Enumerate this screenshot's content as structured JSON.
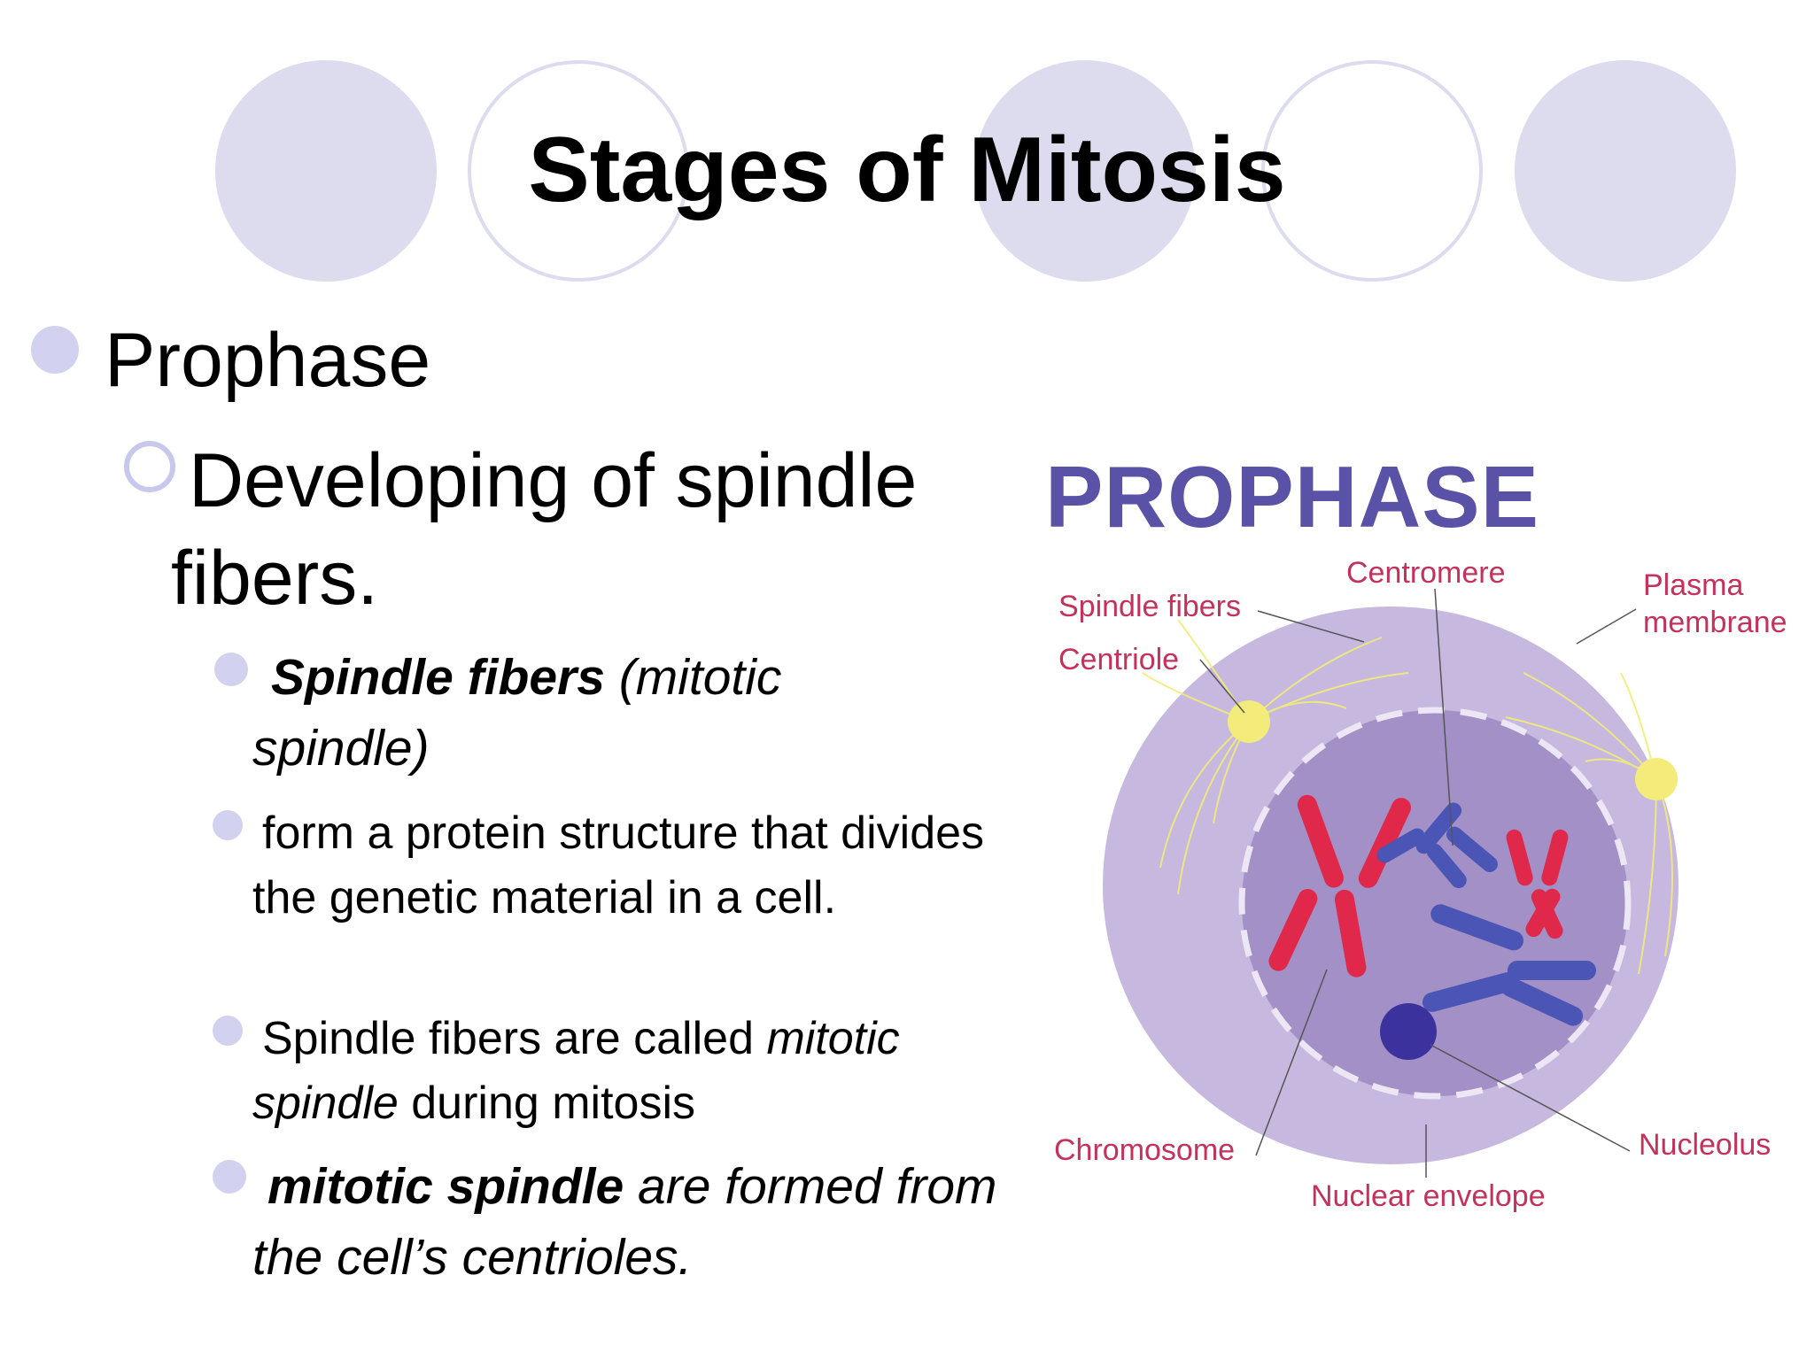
{
  "slide": {
    "title": "Stages of Mitosis",
    "level1": "Prophase",
    "level2": "Developing of spindle fibers.",
    "bullets": [
      {
        "bold_italic": "Spindle fibers",
        "italic": " (mitotic spindle)"
      },
      {
        "text": "form a protein structure that divides the genetic material in a cell."
      },
      {
        "text_a": "Spindle fibers are called ",
        "italic": "mitotic spindle",
        "text_b": " during mitosis"
      },
      {
        "bold_italic": "mitotic spindle",
        "italic": " are formed from the cell’s centrioles."
      }
    ]
  },
  "diagram": {
    "title": "PROPHASE",
    "labels": {
      "spindle_fibers": "Spindle fibers",
      "centriole": "Centriole",
      "centromere": "Centromere",
      "plasma_membrane": "Plasma membrane",
      "chromosome": "Chromosome",
      "nuclear_envelope": "Nuclear envelope",
      "nucleolus": "Nucleolus"
    }
  },
  "colors": {
    "accent_circles": "#dcdcee",
    "diagram_title": "#5a52a6",
    "diagram_labels": "#c4315a",
    "cell": "#c6b8de",
    "nucleus": "#a290c6",
    "chromosome_red": "#e0294a",
    "chromosome_blue": "#4a55b5",
    "centriole": "#f3ec7a"
  }
}
